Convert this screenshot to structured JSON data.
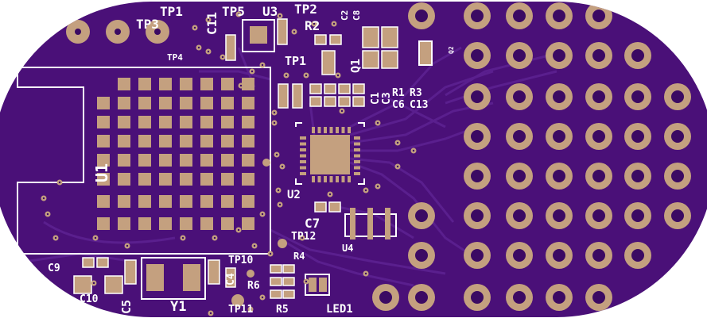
{
  "board": {
    "colors": {
      "soldermask": "#4a1078",
      "trace": "#5a1f8e",
      "pad": "#c4a07f",
      "silkscreen": "#ffffff",
      "hole": "#3b0a63"
    }
  },
  "labels": {
    "tp1_top": "TP1",
    "c11": "C11",
    "tp5": "TP5",
    "u3": "U3",
    "tp2": "TP2",
    "c2": "C2",
    "c8": "C8",
    "r2": "R2",
    "tp3": "TP3",
    "tp4": "TP4",
    "tp1_mid": "TP1",
    "q1": "Q1",
    "q2": "Q2",
    "c1": "C1",
    "c3": "C3",
    "r1": "R1",
    "r3": "R3",
    "c6": "C6",
    "c13": "C13",
    "u1": "U1",
    "u2": "U2",
    "c7": "C7",
    "tp12": "TP12",
    "u4": "U4",
    "c9": "C9",
    "c10": "C10",
    "c5": "C5",
    "y1": "Y1",
    "tp10": "TP10",
    "c4": "C4",
    "r6": "R6",
    "r4": "R4",
    "tp11": "TP11",
    "r5": "R5",
    "led1": "LED1"
  }
}
